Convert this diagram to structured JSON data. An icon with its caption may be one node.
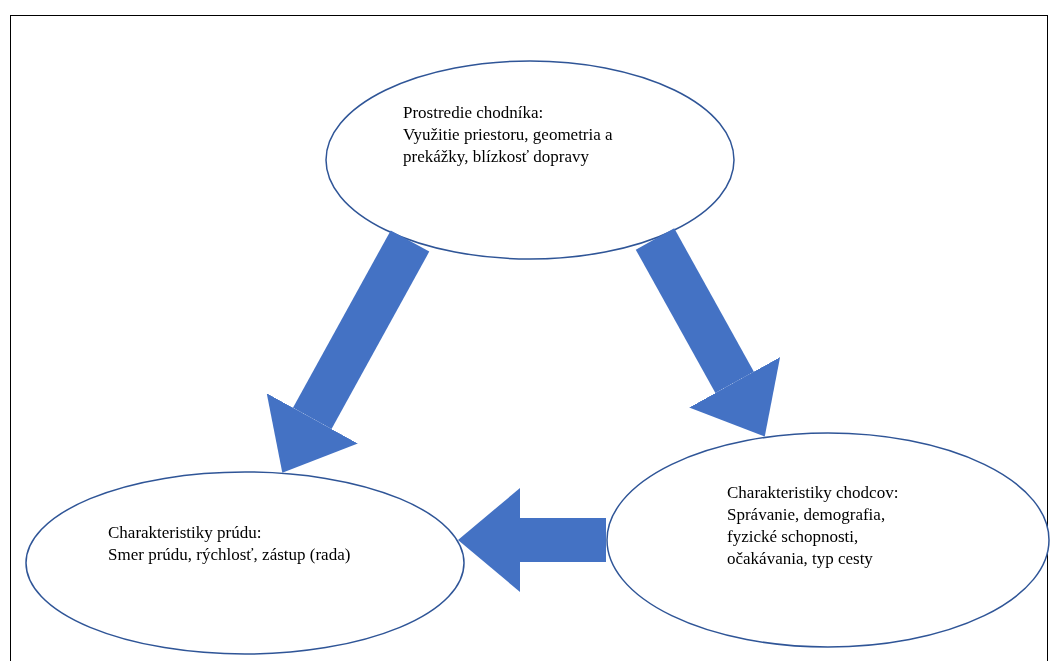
{
  "diagram": {
    "nodes": [
      {
        "text": [
          "Prostredie chodníka:",
          "Využitie priestoru, geometria a prekážky, blízkosť dopravy"
        ]
      },
      {
        "text": [
          "Charakteristiky prúdu:",
          "Smer prúdu, rýchlosť, zástup (rada)"
        ]
      },
      {
        "text": [
          "Charakteristiky chodcov:",
          "Správanie, demografia, fyzické schopnosti, očakávania, typ cesty"
        ]
      }
    ],
    "edges": [
      {
        "from": 0,
        "to": 1,
        "arrow": "to"
      },
      {
        "from": 0,
        "to": 2,
        "arrow": "to"
      },
      {
        "from": 2,
        "to": 1,
        "arrow": "to"
      }
    ]
  }
}
